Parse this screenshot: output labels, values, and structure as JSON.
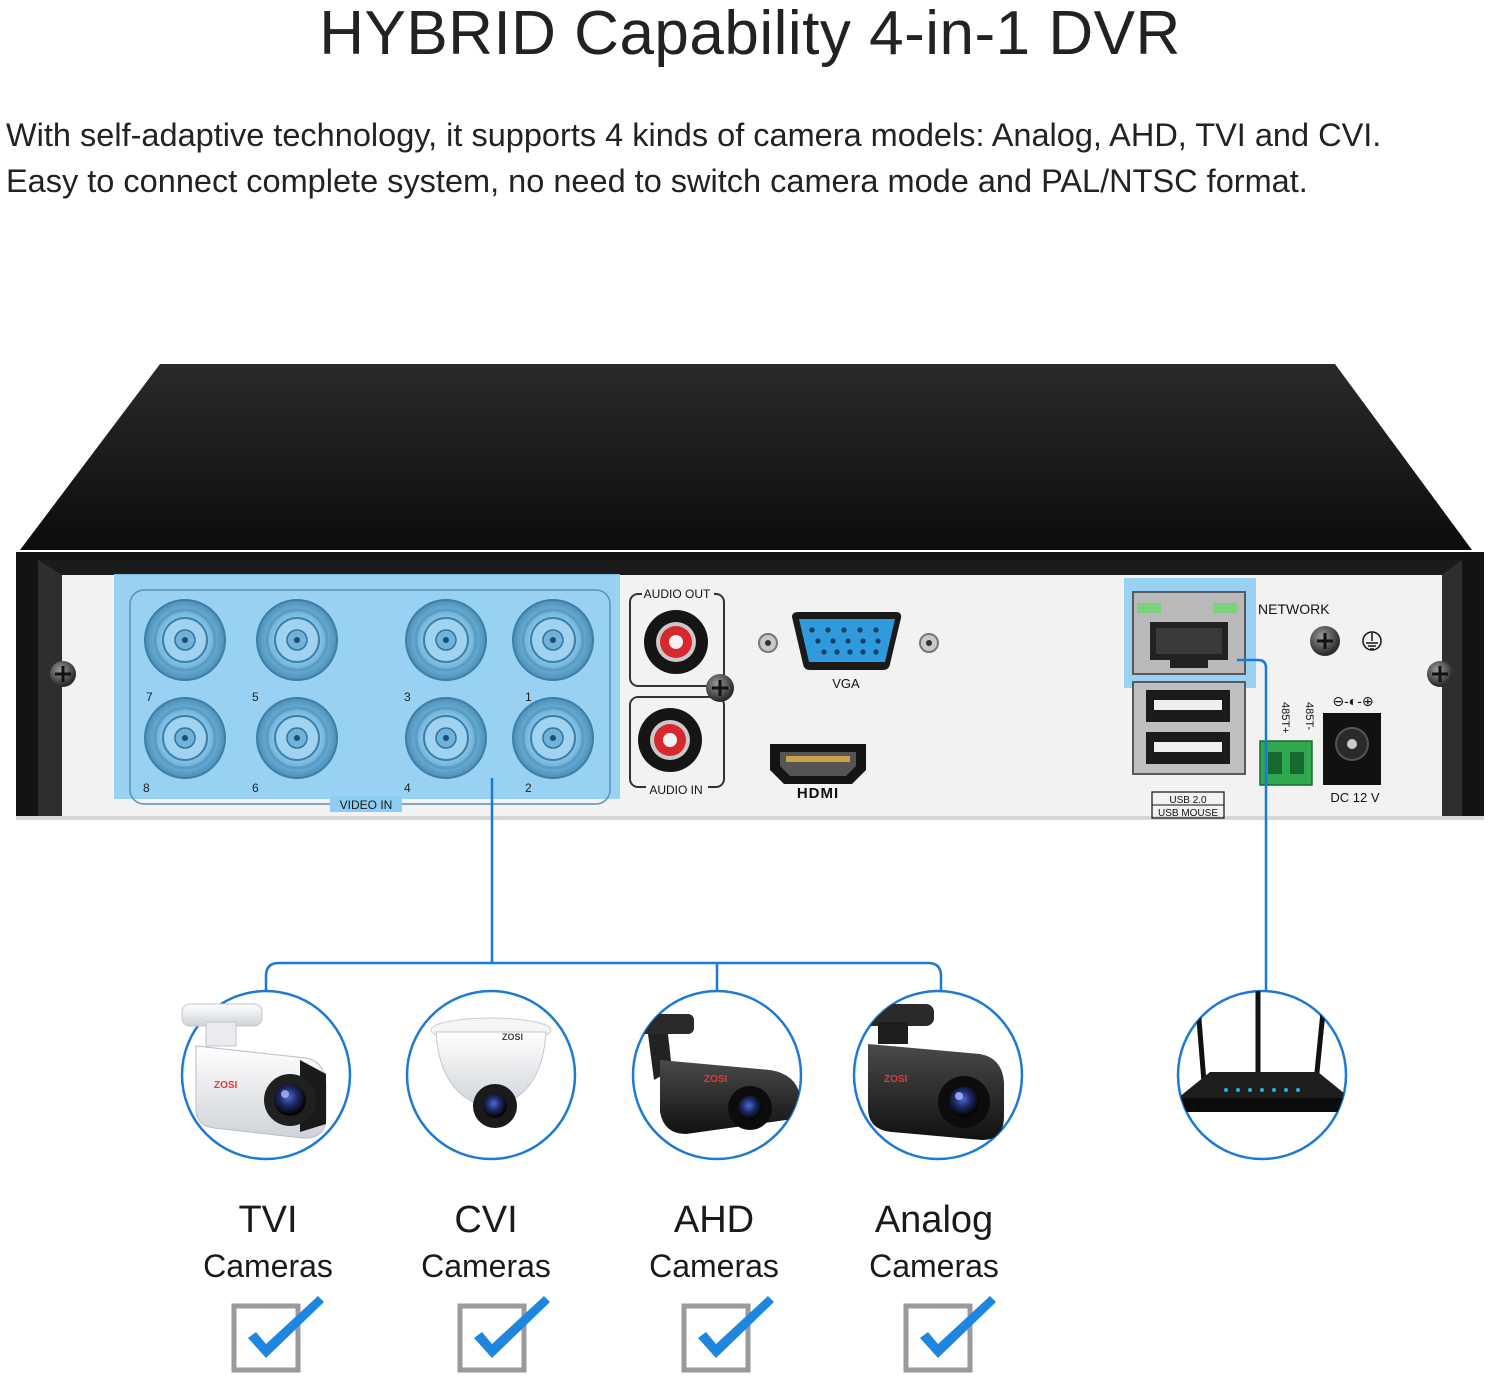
{
  "header": {
    "title": "HYBRID Capability 4-in-1 DVR",
    "lines": [
      "With self-adaptive technology, it supports 4 kinds of camera models: Analog, AHD, TVI and CVI.",
      "Easy to connect complete system, no need to switch camera mode and PAL/NTSC format."
    ]
  },
  "panel": {
    "video_in": "VIDEO IN",
    "channels_top": [
      "7",
      "5",
      "3",
      "1"
    ],
    "channels_bottom": [
      "8",
      "6",
      "4",
      "2"
    ],
    "audio_out": "AUDIO OUT",
    "audio_in": "AUDIO IN",
    "vga": "VGA",
    "hdmi": "HDMI",
    "network": "NETWORK",
    "usb_line1": "USB 2.0",
    "usb_line2": "USB MOUSE",
    "rs485_plus": "485T+",
    "rs485_minus": "485T-",
    "power": "DC 12 V",
    "brand": "ZOSI"
  },
  "cameras": [
    {
      "name": "TVI",
      "sub": "Cameras",
      "checked": true
    },
    {
      "name": "CVI",
      "sub": "Cameras",
      "checked": true
    },
    {
      "name": "AHD",
      "sub": "Cameras",
      "checked": true
    },
    {
      "name": "Analog",
      "sub": "Cameras",
      "checked": true
    }
  ],
  "colors": {
    "accent_line": "#1c7ad2",
    "highlight": "#8ecdf2",
    "chassis": "#161616",
    "panel": "#f2f2f2",
    "check": "#1f86e0",
    "box": "#9a9a9a"
  }
}
